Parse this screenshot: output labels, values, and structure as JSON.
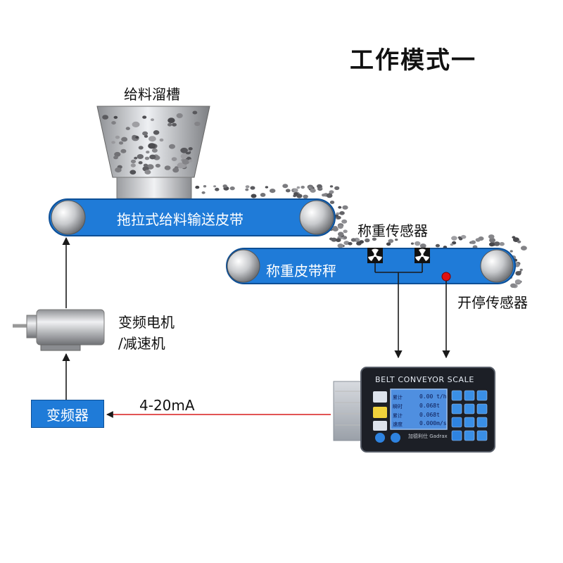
{
  "title": "工作模式一",
  "labels": {
    "hopper": "给料溜槽",
    "feeder_belt": "拖拉式给料输送皮带",
    "load_cell": "称重传感器",
    "weigh_belt": "称重皮带秤",
    "speed_sensor": "开停传感器",
    "motor_line1": "变频电机",
    "motor_line2": "/减速机",
    "inverter": "变频器",
    "signal": "4-20mA"
  },
  "device": {
    "title": "BELT CONVEYOR SCALE",
    "brand": "加德利仕 Gadrax",
    "lcd_rows": [
      "0.00 t/h",
      "0.068t",
      "0.068t",
      "0.000m/s"
    ],
    "lcd_captions": [
      "累计",
      "瞬时",
      "累计",
      "速度"
    ]
  },
  "colors": {
    "belt": "#1f7bd8",
    "belt_edge": "#0d4f96",
    "arrow": "#1a1a1a",
    "device_body": "#1c1f26",
    "lcd": "#4f8fe0",
    "speed_sensor_dot": "#e01010",
    "signal_line": "#d81c1c"
  }
}
